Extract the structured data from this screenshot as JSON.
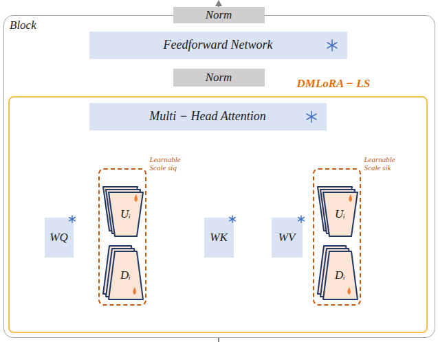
{
  "diagram": {
    "nodes": [
      {
        "text": [
          "Block"
        ]
      },
      {
        "text": [
          "Norm"
        ],
        "in": 0
      },
      {
        "text": [
          "Feedforward Network"
        ],
        "in": 0
      },
      {
        "text": [
          "Norm"
        ],
        "in": 0
      },
      {
        "text": [
          "DMLoRA − LS"
        ],
        "in": 0
      },
      {
        "text": [
          "Multi − Head Attention"
        ],
        "in": 4
      },
      {
        "text": [
          "WQ"
        ],
        "in": 4
      },
      {
        "text": [
          "Learnable Scale siq"
        ],
        "in": 4
      },
      {
        "text": [
          "Uᵢ"
        ],
        "in": 7
      },
      {
        "text": [
          "Dᵢ"
        ],
        "in": 7
      },
      {
        "text": [
          "WK"
        ],
        "in": 4
      },
      {
        "text": [
          "WV"
        ],
        "in": 4
      },
      {
        "text": [
          "Learnable Scale sik"
        ],
        "in": 4
      },
      {
        "text": [
          "Uᵢ"
        ],
        "in": 12
      },
      {
        "text": [
          "Dᵢ"
        ],
        "in": 12
      }
    ],
    "edges": [
      {
        "from": 6,
        "to": 5,
        "arrow": "to"
      },
      {
        "from": 7,
        "to": 5,
        "arrow": "to"
      },
      {
        "from": 10,
        "to": 5,
        "arrow": "to"
      },
      {
        "from": 11,
        "to": 5,
        "arrow": "to"
      },
      {
        "from": 12,
        "to": 5,
        "arrow": "to"
      },
      {
        "from": 5,
        "to": 3,
        "arrow": "none"
      },
      {
        "from": 3,
        "to": 2,
        "arrow": "none"
      },
      {
        "from": 2,
        "to": 1,
        "arrow": "none"
      }
    ]
  }
}
